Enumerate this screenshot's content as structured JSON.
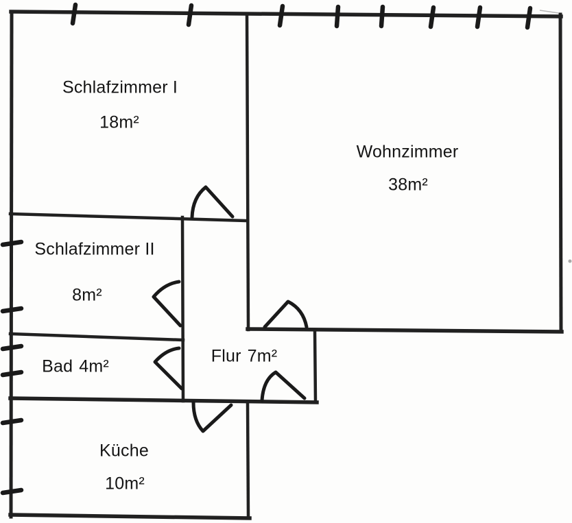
{
  "plan": {
    "kind": "apartment-floor-plan",
    "colors": {
      "wall": "#212121",
      "text": "#141414",
      "background": "#fdfdfc"
    },
    "rooms": [
      {
        "id": "schlafzimmer-1",
        "name": "Schlafzimmer I",
        "area": "18m²"
      },
      {
        "id": "wohnzimmer",
        "name": "Wohnzimmer",
        "area": "38m²"
      },
      {
        "id": "schlafzimmer-2",
        "name": "Schlafzimmer II",
        "area": "8m²"
      },
      {
        "id": "bad",
        "name": "Bad",
        "area": "4m²"
      },
      {
        "id": "flur",
        "name": "Flur",
        "area": "7m²"
      },
      {
        "id": "kueche",
        "name": "Küche",
        "area": "10m²"
      }
    ]
  }
}
